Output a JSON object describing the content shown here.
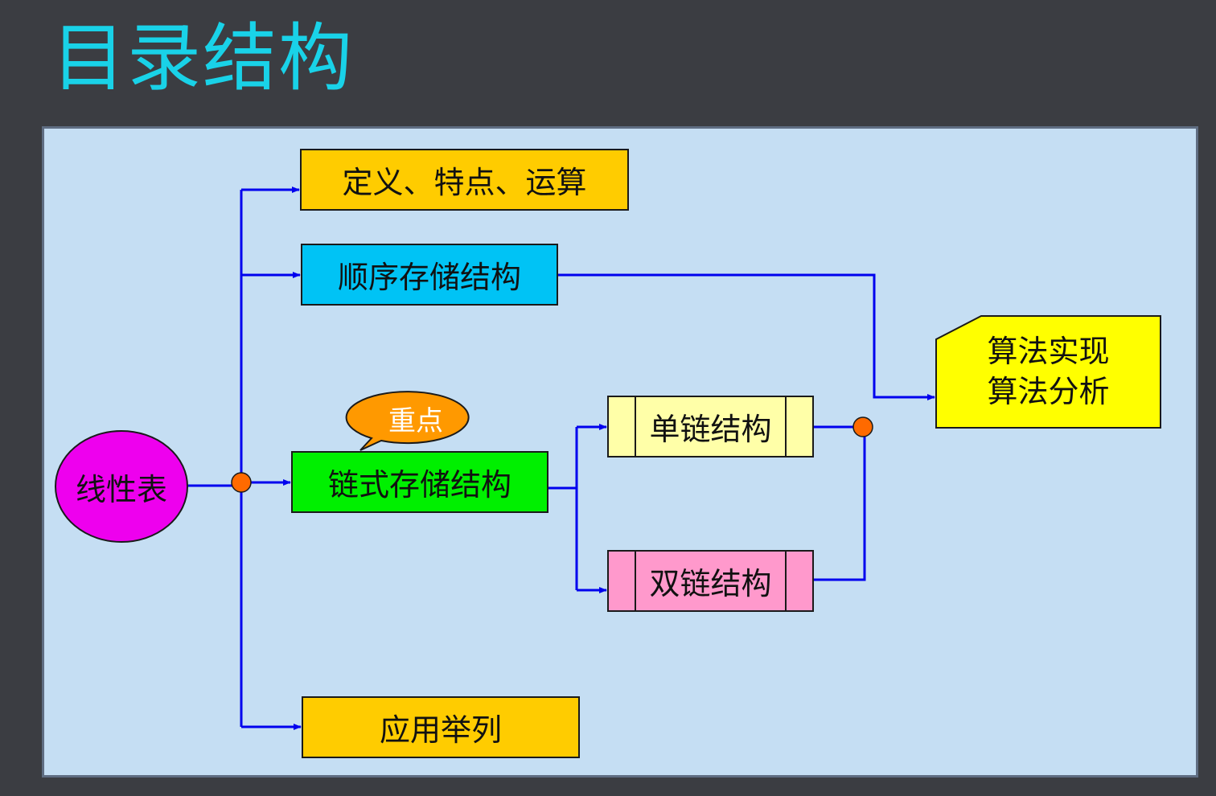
{
  "title": "目录结构",
  "nodes": {
    "root": "线性表",
    "definition": "定义、特点、运算",
    "sequential": "顺序存储结构",
    "linked": "链式存储结构",
    "single_link": "单链结构",
    "double_link": "双链结构",
    "application": "应用举列",
    "algorithm_line1": "算法实现",
    "algorithm_line2": "算法分析"
  },
  "callout": "重点",
  "colors": {
    "background": "#3b3d42",
    "title": "#19d2e8",
    "panel": "#c5def3",
    "connector": "#0000ee",
    "junction": "#ff6a00",
    "root": "#ee00ee",
    "callout": "#ff9900"
  }
}
